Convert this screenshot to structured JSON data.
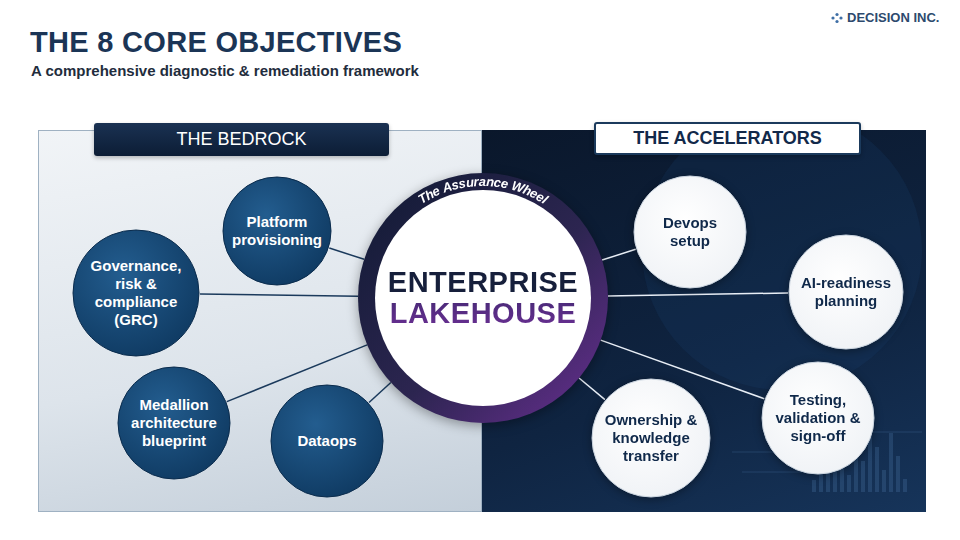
{
  "diagram": {
    "title": "THE 8 CORE OBJECTIVES",
    "nodes": [
      {
        "text": [
          "THE BEDROCK"
        ]
      },
      {
        "text": [
          "Platform provisioning"
        ],
        "in": 0
      },
      {
        "text": [
          "Governance, risk & compliance (GRC)"
        ],
        "in": 0
      },
      {
        "text": [
          "Medallion architecture blueprint"
        ],
        "in": 0
      },
      {
        "text": [
          "Dataops"
        ],
        "in": 0
      },
      {
        "text": [
          "The Assurance Wheel",
          "ENTERPRISE LAKEHOUSE"
        ]
      },
      {
        "text": [
          "THE ACCELERATORS"
        ]
      },
      {
        "text": [
          "Devops setup"
        ],
        "in": 6
      },
      {
        "text": [
          "AI-readiness planning"
        ],
        "in": 6
      },
      {
        "text": [
          "Testing, validation & sign-off"
        ],
        "in": 6
      },
      {
        "text": [
          "Ownership & knowledge transfer"
        ],
        "in": 6
      }
    ],
    "edges": [
      {
        "from": 1,
        "to": 5,
        "arrow": "none"
      },
      {
        "from": 2,
        "to": 5,
        "arrow": "none"
      },
      {
        "from": 3,
        "to": 5,
        "arrow": "none"
      },
      {
        "from": 4,
        "to": 5,
        "arrow": "none"
      },
      {
        "from": 7,
        "to": 5,
        "arrow": "none"
      },
      {
        "from": 8,
        "to": 5,
        "arrow": "none"
      },
      {
        "from": 9,
        "to": 5,
        "arrow": "none"
      },
      {
        "from": 10,
        "to": 5,
        "arrow": "none"
      }
    ],
    "labels": [
      "A comprehensive diagnostic & remediation framework",
      "DECISION INC."
    ]
  }
}
